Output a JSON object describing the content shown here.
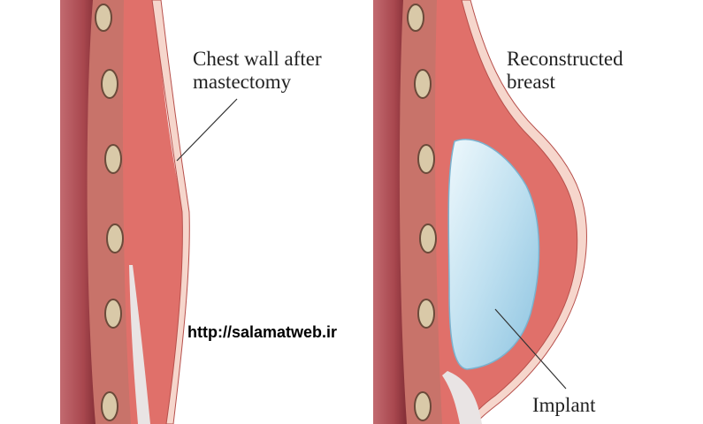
{
  "labels": {
    "chest_wall": "Chest wall after\nmastectomy",
    "reconstructed": "Reconstructed\nbreast",
    "implant": "Implant"
  },
  "watermark": "http://salamatweb.ir",
  "colors": {
    "body_cavity": "#a8474e",
    "muscle": "#e0706a",
    "muscle_light": "#f2b8a8",
    "rib": "#d9c9a8",
    "skin": "#f6d6cc",
    "implant": "#bfe0f0",
    "leader_line": "#333333"
  }
}
